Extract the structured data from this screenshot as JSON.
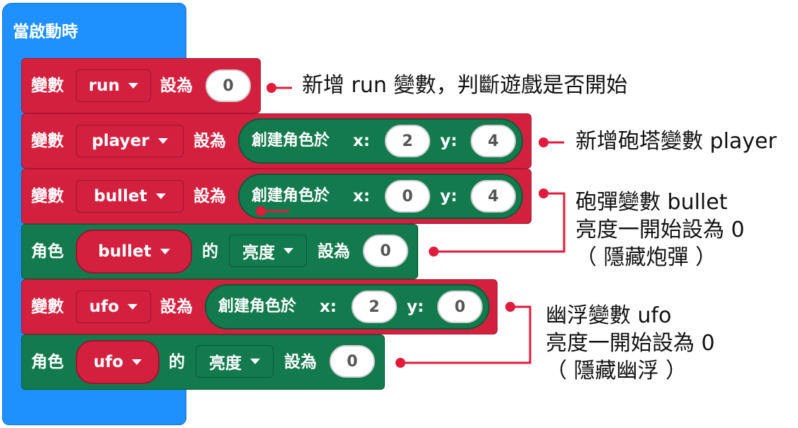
{
  "hat": {
    "label": "當啟動時"
  },
  "blocks": {
    "run": {
      "set_label": "變數",
      "var_name": "run",
      "to_label": "設為",
      "value": "0"
    },
    "player": {
      "set_label": "變數",
      "var_name": "player",
      "to_label": "設為",
      "create_label": "創建角色於",
      "x_label": "x:",
      "x_value": "2",
      "y_label": "y:",
      "y_value": "4"
    },
    "bullet": {
      "set_label": "變數",
      "var_name": "bullet",
      "to_label": "設為",
      "create_label": "創建角色於",
      "x_label": "x:",
      "x_value": "0",
      "y_label": "y:",
      "y_value": "4"
    },
    "bullet_bright": {
      "sprite_label": "角色",
      "var_name": "bullet",
      "of_label": "的",
      "prop": "亮度",
      "to_label": "設為",
      "value": "0"
    },
    "ufo": {
      "set_label": "變數",
      "var_name": "ufo",
      "to_label": "設為",
      "create_label": "創建角色於",
      "x_label": "x:",
      "x_value": "2",
      "y_label": "y:",
      "y_value": "0"
    },
    "ufo_bright": {
      "sprite_label": "角色",
      "var_name": "ufo",
      "of_label": "的",
      "prop": "亮度",
      "to_label": "設為",
      "value": "0"
    }
  },
  "annotations": {
    "run": "新增 run 變數，判斷遊戲是否開始",
    "player": "新增砲塔變數 player",
    "bullet": [
      "砲彈變數 bullet",
      "亮度一開始設為 0",
      "（ 隱藏炮彈 ）"
    ],
    "ufo": [
      "幽浮變數 ufo",
      "亮度一開始設為 0",
      "（ 隱藏幽浮 ）"
    ]
  },
  "colors": {
    "hat": "#1e90ff",
    "variables": "#d4203f",
    "sprites": "#127a4c",
    "annotation_line": "#e01b3c"
  }
}
